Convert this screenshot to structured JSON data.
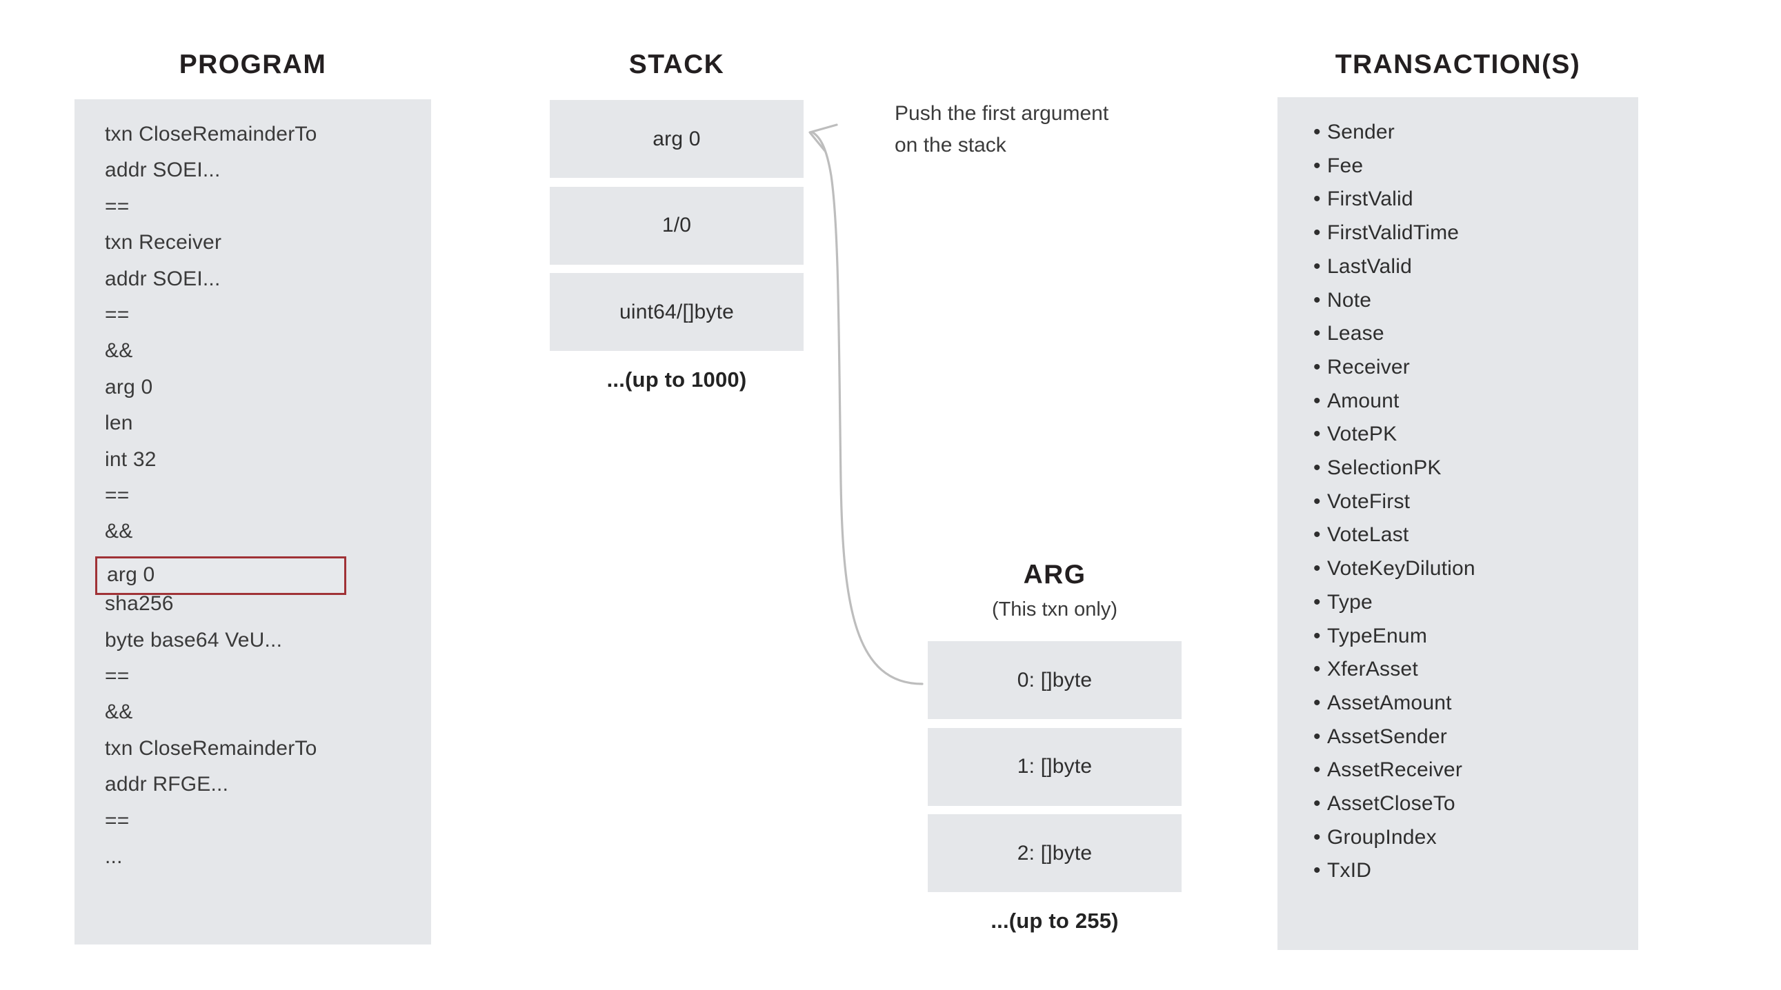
{
  "columns": {
    "program": {
      "title": "PROGRAM"
    },
    "stack": {
      "title": "STACK"
    },
    "arg": {
      "title": "ARG",
      "subtitle": "(This txn only)"
    },
    "transactions": {
      "title": "TRANSACTION(S)"
    }
  },
  "program": {
    "lines": [
      {
        "text": "txn CloseRemainderTo",
        "highlighted": false
      },
      {
        "text": "addr SOEI...",
        "highlighted": false
      },
      {
        "text": "==",
        "highlighted": false
      },
      {
        "text": "txn Receiver",
        "highlighted": false
      },
      {
        "text": "addr SOEI...",
        "highlighted": false
      },
      {
        "text": "==",
        "highlighted": false
      },
      {
        "text": "&&",
        "highlighted": false
      },
      {
        "text": "arg 0",
        "highlighted": false
      },
      {
        "text": "len",
        "highlighted": false
      },
      {
        "text": "int 32",
        "highlighted": false
      },
      {
        "text": "==",
        "highlighted": false
      },
      {
        "text": "&&",
        "highlighted": false
      },
      {
        "text": "arg 0",
        "highlighted": true
      },
      {
        "text": "sha256",
        "highlighted": false
      },
      {
        "text": "byte base64 VeU...",
        "highlighted": false
      },
      {
        "text": "==",
        "highlighted": false
      },
      {
        "text": "&&",
        "highlighted": false
      },
      {
        "text": "txn CloseRemainderTo",
        "highlighted": false
      },
      {
        "text": "addr RFGE...",
        "highlighted": false
      },
      {
        "text": "==",
        "highlighted": false
      },
      {
        "text": "...",
        "highlighted": false
      }
    ]
  },
  "stack": {
    "cells": [
      "arg 0",
      "1/0",
      "uint64/[]byte"
    ],
    "overflow_note": "...(up to 1000)"
  },
  "arg": {
    "cells": [
      "0: []byte",
      "1: []byte",
      "2: []byte"
    ],
    "overflow_note": "...(up to 255)"
  },
  "transactions": {
    "fields": [
      "Sender",
      "Fee",
      "FirstValid",
      "FirstValidTime",
      "LastValid",
      "Note",
      "Lease",
      "Receiver",
      "Amount",
      "VotePK",
      "SelectionPK",
      "VoteFirst",
      "VoteLast",
      "VoteKeyDilution",
      "Type",
      "TypeEnum",
      "XferAsset",
      "AssetAmount",
      "AssetSender",
      "AssetReceiver",
      "AssetCloseTo",
      "GroupIndex",
      "TxID"
    ],
    "bullet": "•"
  },
  "annotation": {
    "line1": "Push the first argument",
    "line2": "on the stack"
  },
  "colors": {
    "panel_fill": "#e5e7ea",
    "cell_fill": "#e5e7ea",
    "highlight_border": "#a03236",
    "text": "#2e2e2e",
    "heading": "#231f20",
    "arrow": "#b9b9b9",
    "background": "#ffffff"
  }
}
